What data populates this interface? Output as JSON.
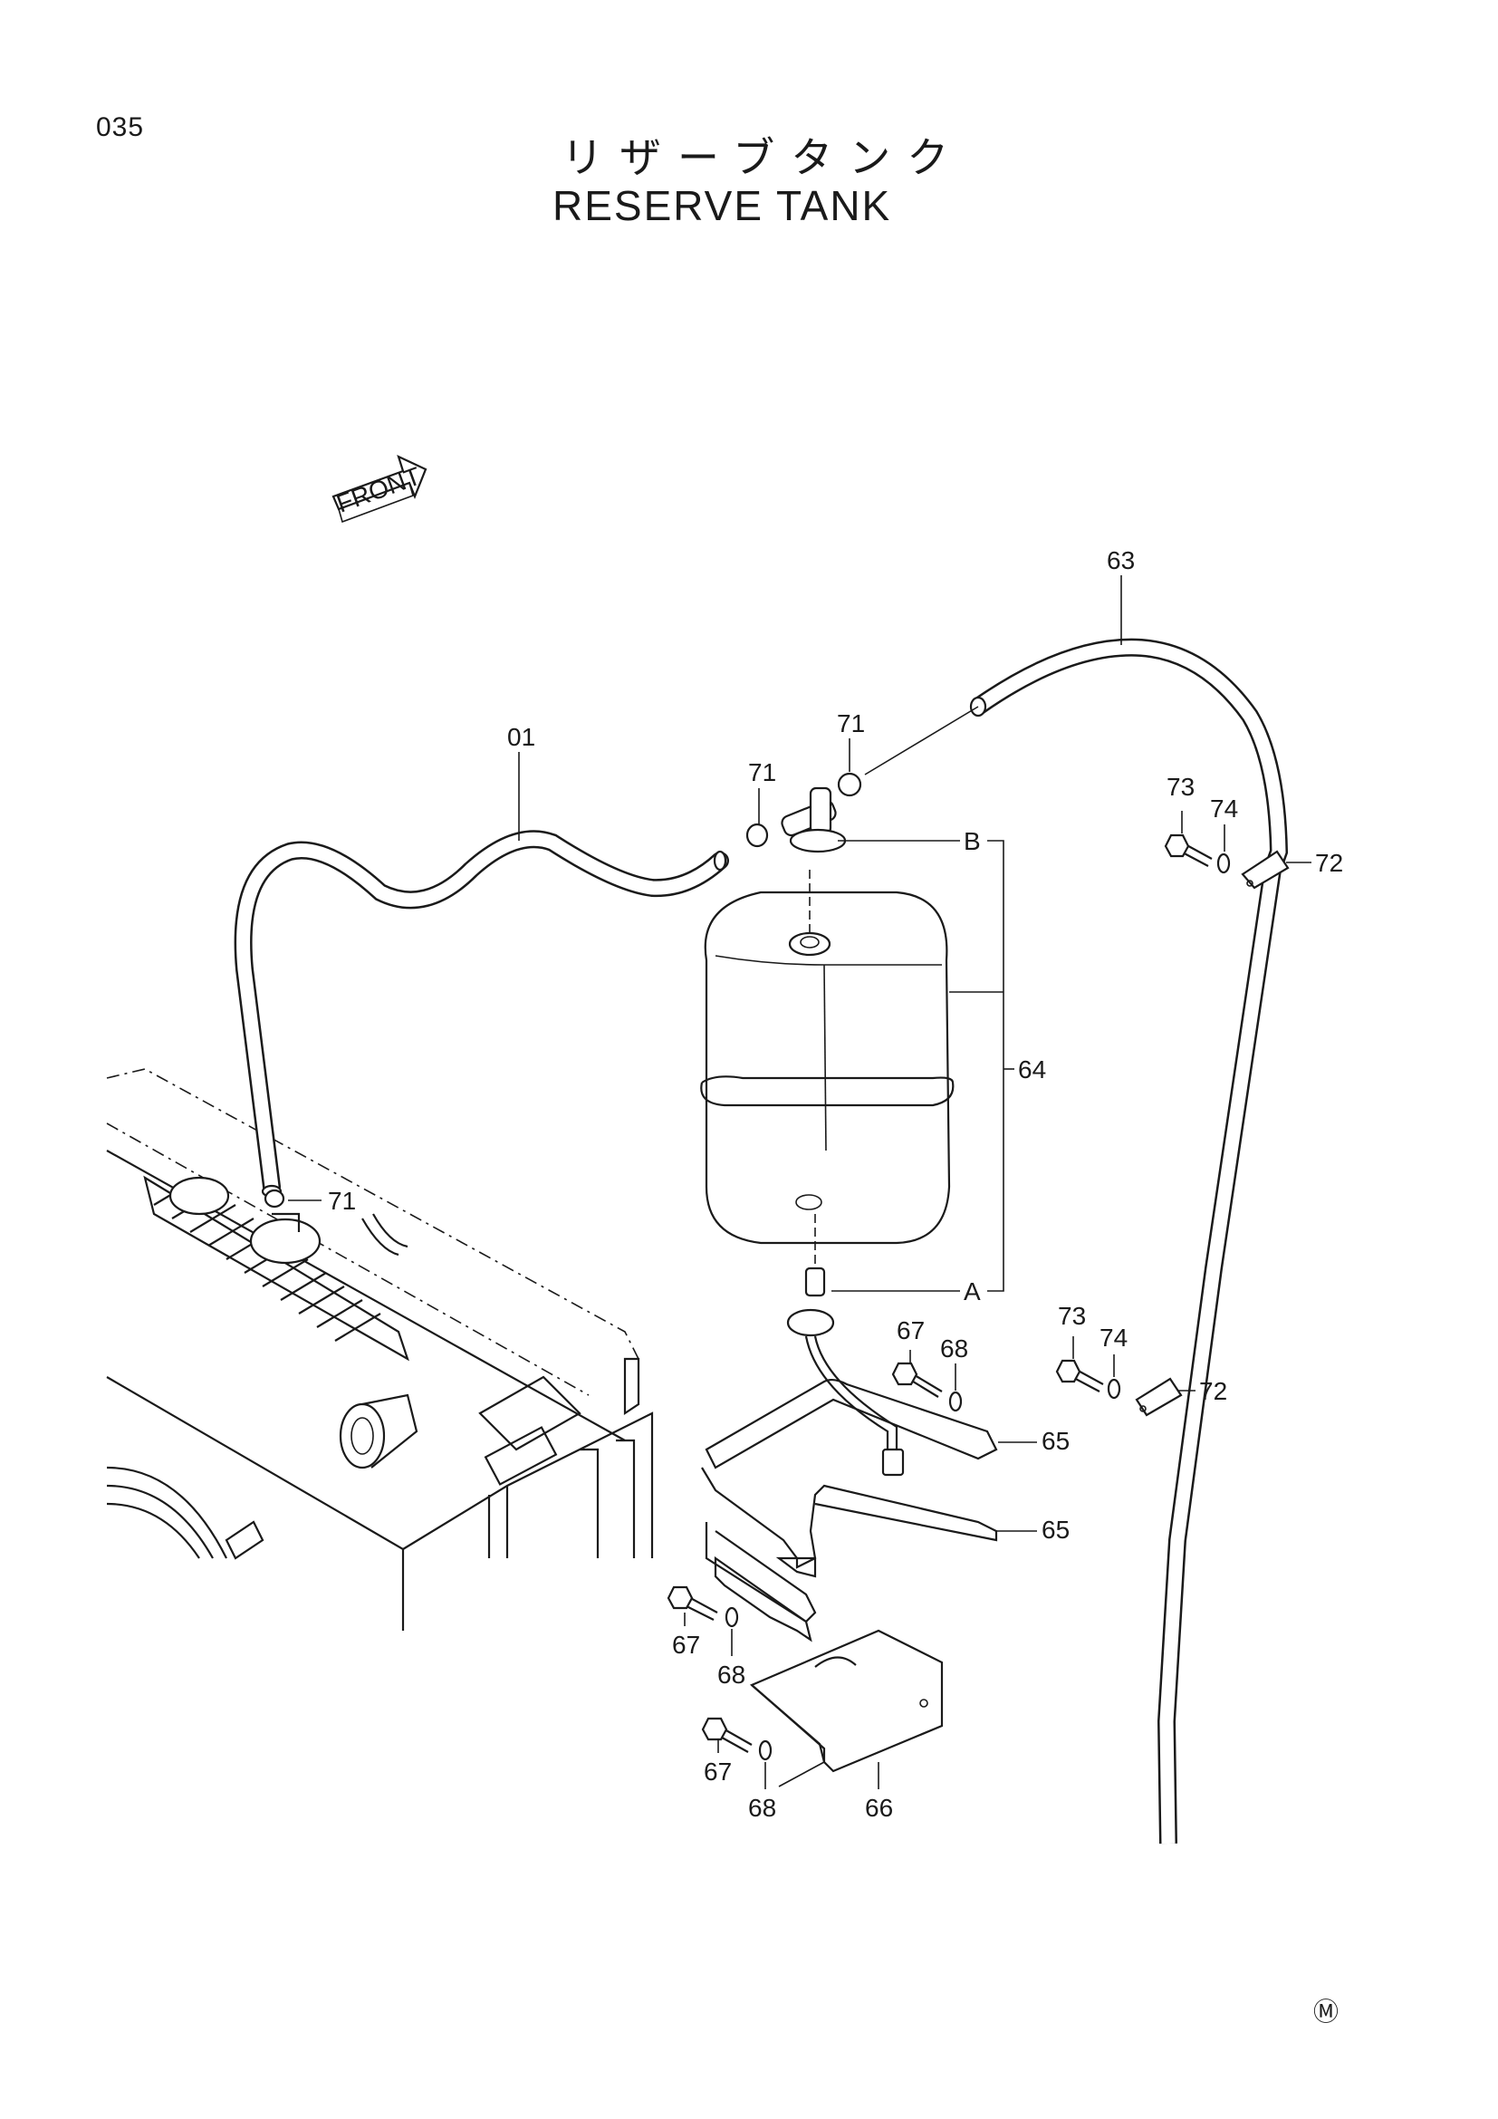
{
  "header": {
    "page_number": "035",
    "title_jp": "リザーブタンク",
    "title_en": "RESERVE TANK"
  },
  "front_arrow": {
    "label": "FRONT"
  },
  "callouts": [
    {
      "id": "c63",
      "text": "63"
    },
    {
      "id": "c01",
      "text": "01"
    },
    {
      "id": "c71a",
      "text": "71"
    },
    {
      "id": "c71b",
      "text": "71"
    },
    {
      "id": "c71c",
      "text": "71"
    },
    {
      "id": "cB",
      "text": "B"
    },
    {
      "id": "cA",
      "text": "A"
    },
    {
      "id": "c64",
      "text": "64"
    },
    {
      "id": "c73a",
      "text": "73"
    },
    {
      "id": "c74a",
      "text": "74"
    },
    {
      "id": "c72a",
      "text": "72"
    },
    {
      "id": "c73b",
      "text": "73"
    },
    {
      "id": "c74b",
      "text": "74"
    },
    {
      "id": "c72b",
      "text": "72"
    },
    {
      "id": "c67a",
      "text": "67"
    },
    {
      "id": "c68a",
      "text": "68"
    },
    {
      "id": "c65a",
      "text": "65"
    },
    {
      "id": "c65b",
      "text": "65"
    },
    {
      "id": "c67b",
      "text": "67"
    },
    {
      "id": "c68b",
      "text": "68"
    },
    {
      "id": "c67c",
      "text": "67"
    },
    {
      "id": "c68c",
      "text": "68"
    },
    {
      "id": "c66",
      "text": "66"
    }
  ],
  "footer": {
    "mark": "Ⓜ"
  }
}
